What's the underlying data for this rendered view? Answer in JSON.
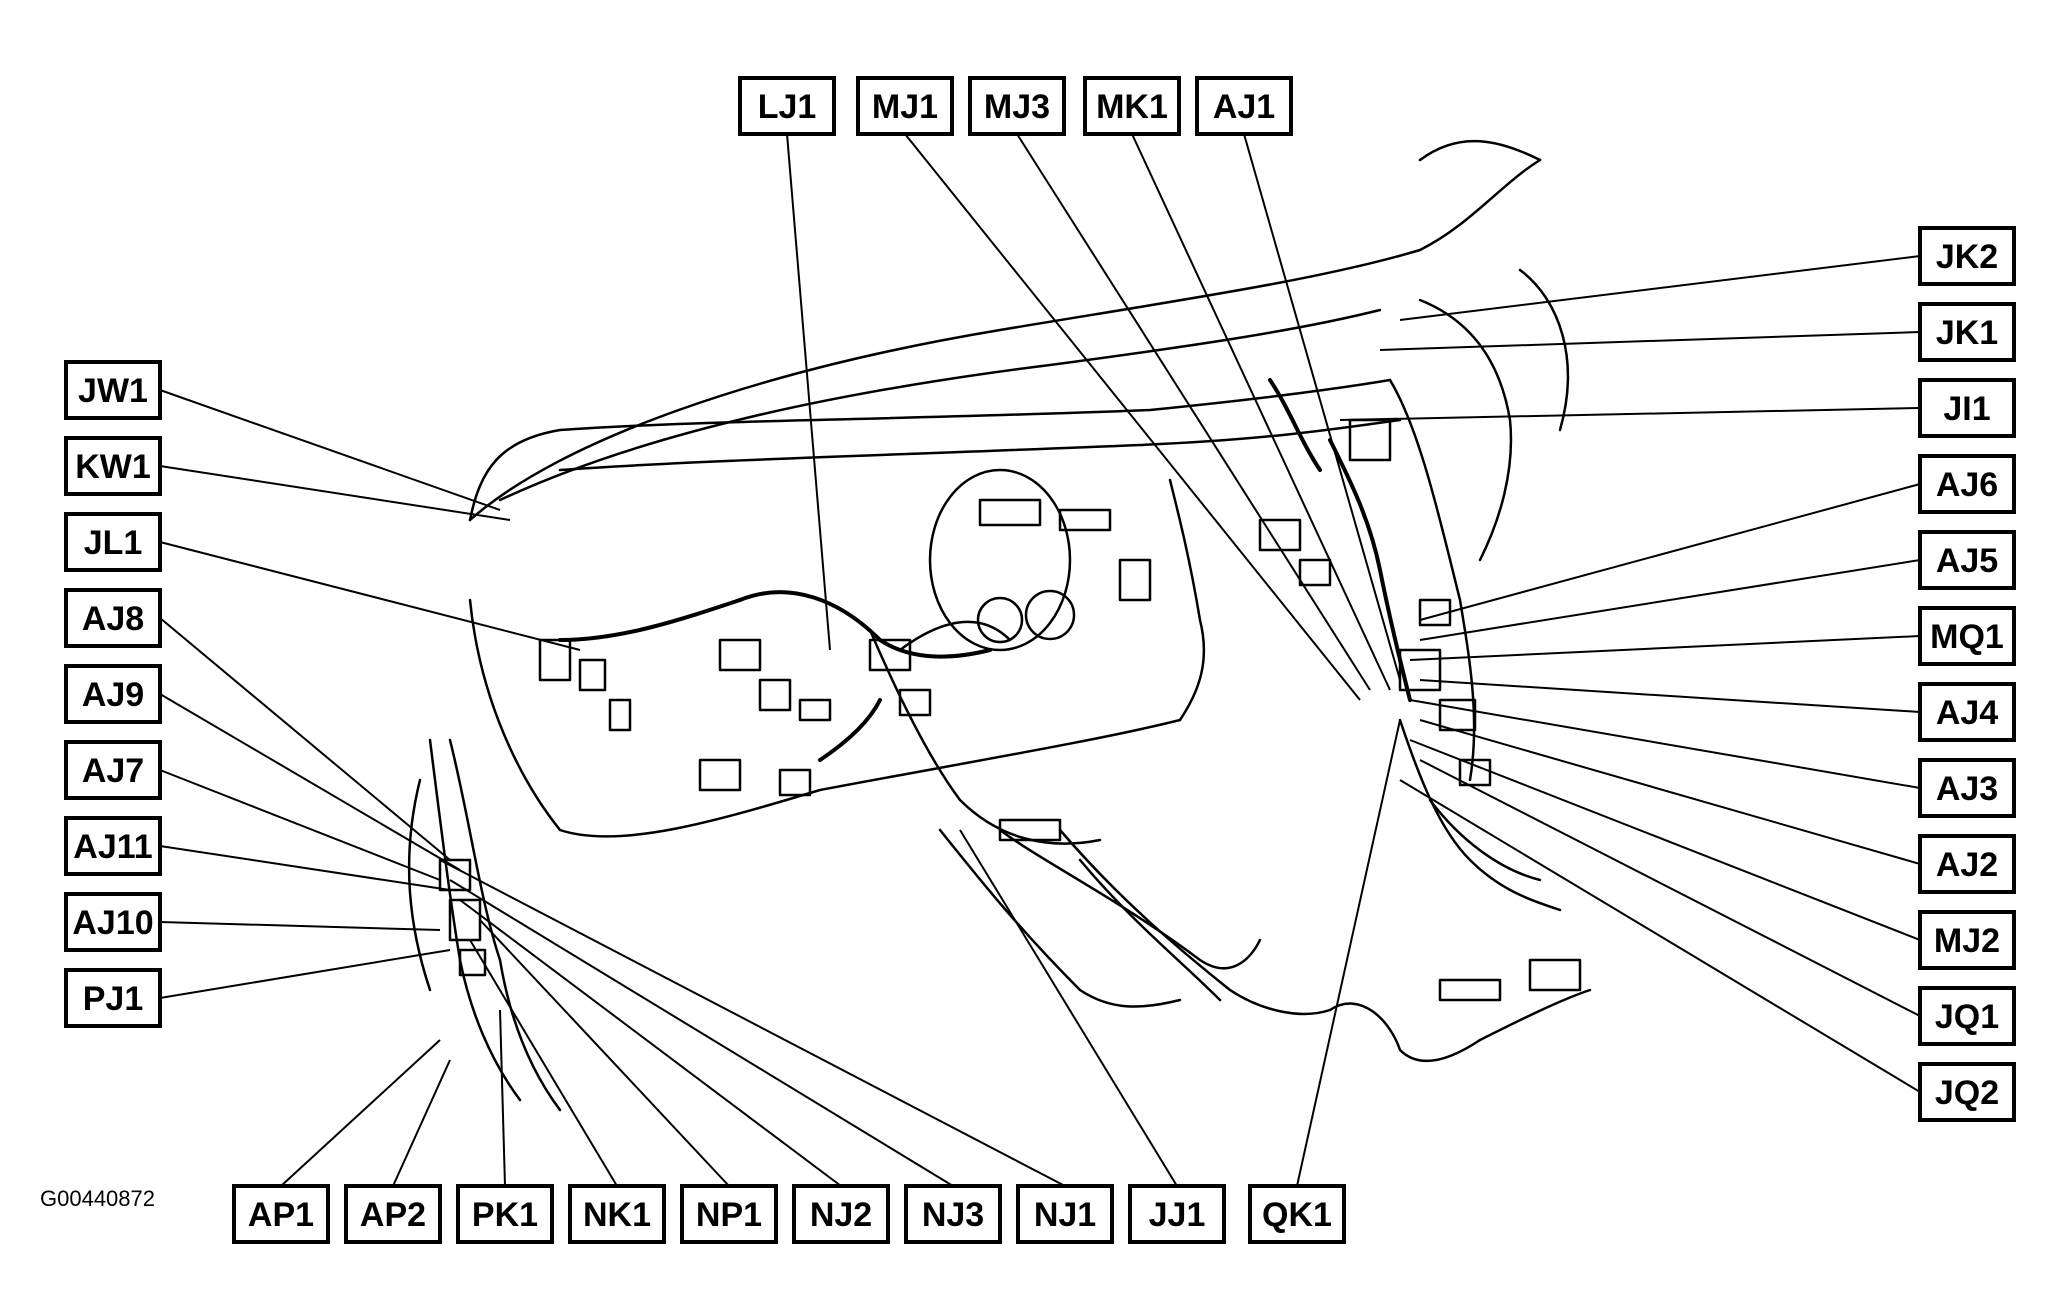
{
  "figure_id": "G00440872",
  "labels": {
    "top": [
      "LJ1",
      "MJ1",
      "MJ3",
      "MK1",
      "AJ1"
    ],
    "left": [
      "JW1",
      "KW1",
      "JL1",
      "AJ8",
      "AJ9",
      "AJ7",
      "AJ11",
      "AJ10",
      "PJ1"
    ],
    "right": [
      "JK2",
      "JK1",
      "JI1",
      "AJ6",
      "AJ5",
      "MQ1",
      "AJ4",
      "AJ3",
      "AJ2",
      "MJ2",
      "JQ1",
      "JQ2"
    ],
    "bottom": [
      "AP1",
      "AP2",
      "PK1",
      "NK1",
      "NP1",
      "NJ2",
      "NJ3",
      "NJ1",
      "JJ1",
      "QK1"
    ]
  },
  "colors": {
    "ink": "#000000",
    "paper": "#ffffff"
  }
}
